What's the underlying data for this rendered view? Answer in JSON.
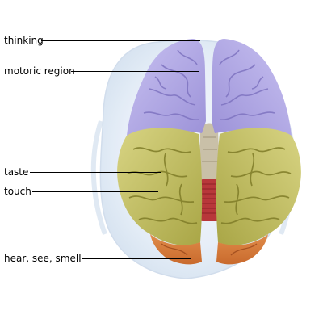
{
  "labels": [
    {
      "text": "thinking",
      "region": "frontal lobe",
      "color": "#b1a9e6"
    },
    {
      "text": "motoric region",
      "region": "motor cortex",
      "color": "#b1a9e6"
    },
    {
      "text": "taste",
      "region": "parietal lobe",
      "color": "#c8c46a"
    },
    {
      "text": "touch",
      "region": "parietal lobe",
      "color": "#c8c46a"
    },
    {
      "text": "hear, see, smell",
      "region": "occipital lobe",
      "color": "#d9803f"
    }
  ]
}
